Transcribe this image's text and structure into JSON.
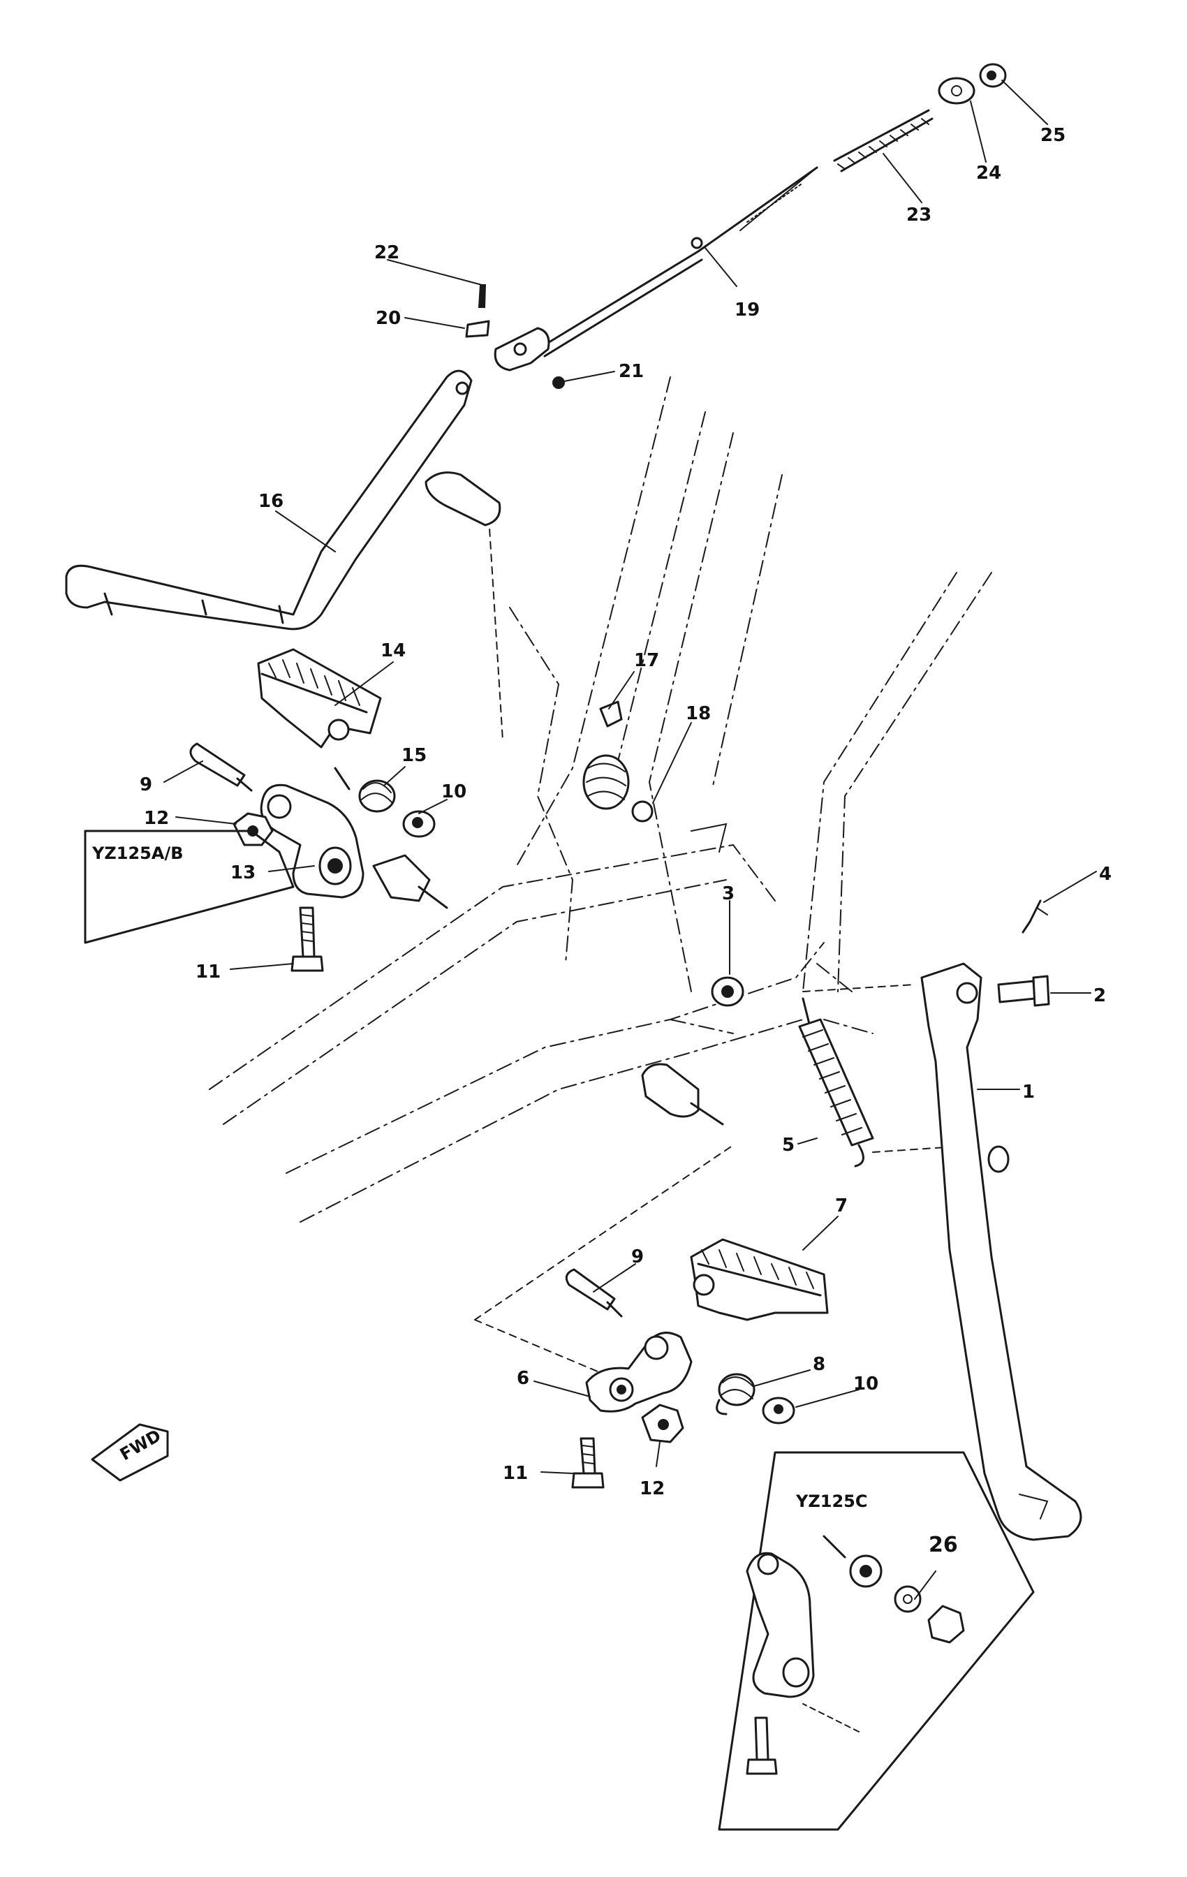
{
  "diagram": {
    "callouts": {
      "p1": "1",
      "p2": "2",
      "p3": "3",
      "p4": "4",
      "p5": "5",
      "p6": "6",
      "p7": "7",
      "p8": "8",
      "p9a": "9",
      "p9b": "9",
      "p10a": "10",
      "p10b": "10",
      "p11a": "11",
      "p11b": "11",
      "p12a": "12",
      "p12b": "12",
      "p13": "13",
      "p14": "14",
      "p15": "15",
      "p16": "16",
      "p17": "17",
      "p18": "18",
      "p19": "19",
      "p20": "20",
      "p21": "21",
      "p22": "22",
      "p23": "23",
      "p24": "24",
      "p25": "25",
      "p26": "26"
    },
    "model_labels": {
      "yz125ab": "YZ125A/B",
      "yz125c": "YZ125C"
    },
    "front_marker": "FWD"
  }
}
